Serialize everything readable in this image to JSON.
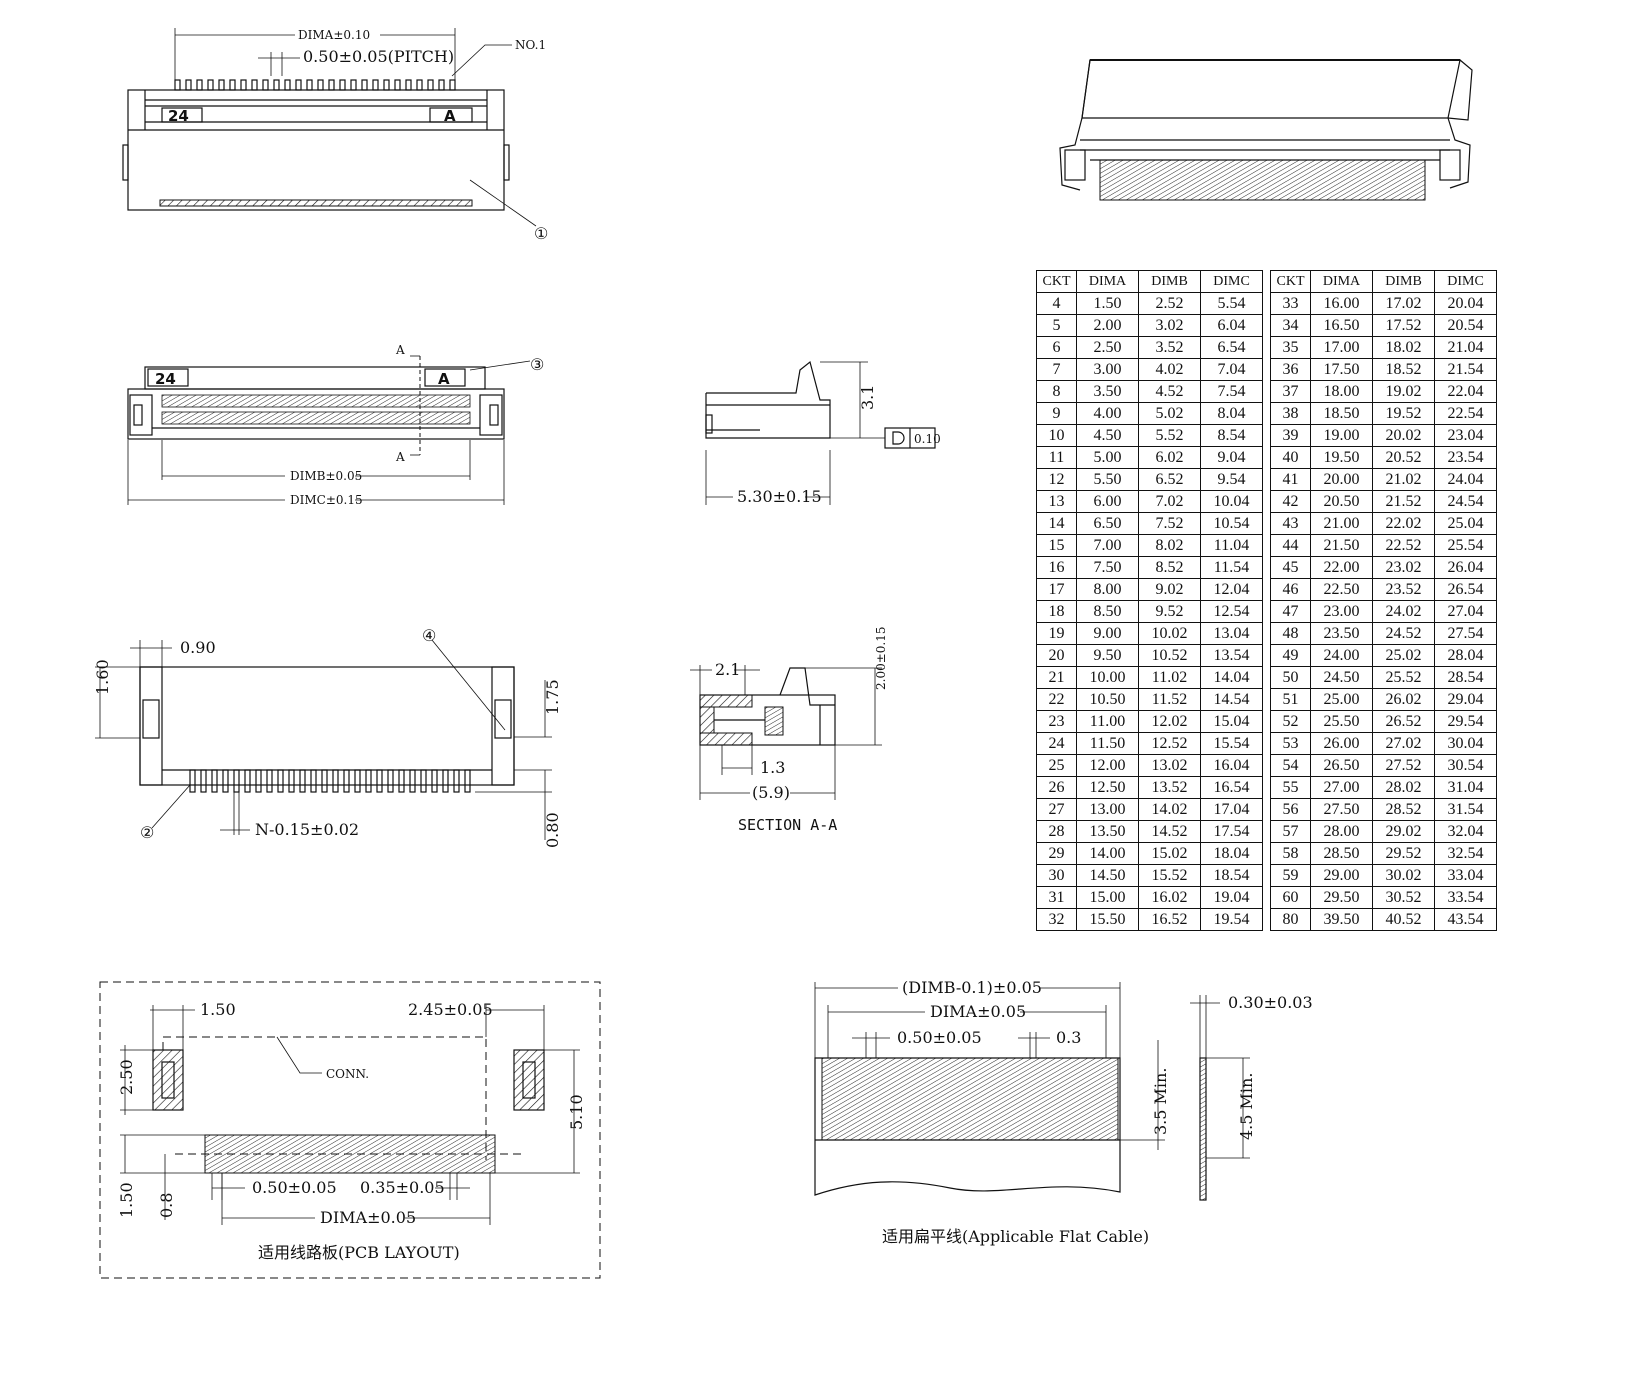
{
  "labels": {
    "top_dima": "DIMA±0.10",
    "top_pitch": "0.50±0.05(PITCH)",
    "top_no1": "NO.1",
    "badge_24": "24",
    "badge_a": "A",
    "callout_1": "①",
    "callout_2": "②",
    "callout_3": "③",
    "callout_4": "④",
    "sec_a": "A",
    "dimb": "DIMB±0.05",
    "dimc": "DIMC±0.15",
    "d_090": "0.90",
    "d_160": "1.60",
    "d_175": "1.75",
    "d_080": "0.80",
    "d_n015": "N-0.15±0.02",
    "d_31": "3.1",
    "flat_010": "0.10",
    "d_530": "5.30±0.15",
    "d_21": "2.1",
    "d_200": "2.00±0.15",
    "d_13": "1.3",
    "d_59": "(5.9)",
    "section_aa": "SECTION A-A",
    "pcb_150a": "1.50",
    "pcb_245": "2.45±0.05",
    "pcb_250": "2.50",
    "pcb_conn": "CONN.",
    "pcb_510": "5.10",
    "pcb_150b": "1.50",
    "pcb_08": "0.8",
    "pcb_050": "0.50±0.05",
    "pcb_035": "0.35±0.05",
    "pcb_dima": "DIMA±0.05",
    "pcb_caption": "适用线路板(PCB LAYOUT)",
    "fc_dimb": "(DIMB-0.1)±0.05",
    "fc_dima": "DIMA±0.05",
    "fc_050": "0.50±0.05",
    "fc_03": "0.3",
    "fc_030": "0.30±0.03",
    "fc_35": "3.5 Min.",
    "fc_45": "4.5 Min.",
    "fc_caption": "适用扁平线(Applicable Flat Cable)"
  },
  "table": {
    "headers": [
      "CKT",
      "DIMA",
      "DIMB",
      "DIMC"
    ],
    "left": [
      [
        "4",
        "1.50",
        "2.52",
        "5.54"
      ],
      [
        "5",
        "2.00",
        "3.02",
        "6.04"
      ],
      [
        "6",
        "2.50",
        "3.52",
        "6.54"
      ],
      [
        "7",
        "3.00",
        "4.02",
        "7.04"
      ],
      [
        "8",
        "3.50",
        "4.52",
        "7.54"
      ],
      [
        "9",
        "4.00",
        "5.02",
        "8.04"
      ],
      [
        "10",
        "4.50",
        "5.52",
        "8.54"
      ],
      [
        "11",
        "5.00",
        "6.02",
        "9.04"
      ],
      [
        "12",
        "5.50",
        "6.52",
        "9.54"
      ],
      [
        "13",
        "6.00",
        "7.02",
        "10.04"
      ],
      [
        "14",
        "6.50",
        "7.52",
        "10.54"
      ],
      [
        "15",
        "7.00",
        "8.02",
        "11.04"
      ],
      [
        "16",
        "7.50",
        "8.52",
        "11.54"
      ],
      [
        "17",
        "8.00",
        "9.02",
        "12.04"
      ],
      [
        "18",
        "8.50",
        "9.52",
        "12.54"
      ],
      [
        "19",
        "9.00",
        "10.02",
        "13.04"
      ],
      [
        "20",
        "9.50",
        "10.52",
        "13.54"
      ],
      [
        "21",
        "10.00",
        "11.02",
        "14.04"
      ],
      [
        "22",
        "10.50",
        "11.52",
        "14.54"
      ],
      [
        "23",
        "11.00",
        "12.02",
        "15.04"
      ],
      [
        "24",
        "11.50",
        "12.52",
        "15.54"
      ],
      [
        "25",
        "12.00",
        "13.02",
        "16.04"
      ],
      [
        "26",
        "12.50",
        "13.52",
        "16.54"
      ],
      [
        "27",
        "13.00",
        "14.02",
        "17.04"
      ],
      [
        "28",
        "13.50",
        "14.52",
        "17.54"
      ],
      [
        "29",
        "14.00",
        "15.02",
        "18.04"
      ],
      [
        "30",
        "14.50",
        "15.52",
        "18.54"
      ],
      [
        "31",
        "15.00",
        "16.02",
        "19.04"
      ],
      [
        "32",
        "15.50",
        "16.52",
        "19.54"
      ]
    ],
    "right": [
      [
        "33",
        "16.00",
        "17.02",
        "20.04"
      ],
      [
        "34",
        "16.50",
        "17.52",
        "20.54"
      ],
      [
        "35",
        "17.00",
        "18.02",
        "21.04"
      ],
      [
        "36",
        "17.50",
        "18.52",
        "21.54"
      ],
      [
        "37",
        "18.00",
        "19.02",
        "22.04"
      ],
      [
        "38",
        "18.50",
        "19.52",
        "22.54"
      ],
      [
        "39",
        "19.00",
        "20.02",
        "23.04"
      ],
      [
        "40",
        "19.50",
        "20.52",
        "23.54"
      ],
      [
        "41",
        "20.00",
        "21.02",
        "24.04"
      ],
      [
        "42",
        "20.50",
        "21.52",
        "24.54"
      ],
      [
        "43",
        "21.00",
        "22.02",
        "25.04"
      ],
      [
        "44",
        "21.50",
        "22.52",
        "25.54"
      ],
      [
        "45",
        "22.00",
        "23.02",
        "26.04"
      ],
      [
        "46",
        "22.50",
        "23.52",
        "26.54"
      ],
      [
        "47",
        "23.00",
        "24.02",
        "27.04"
      ],
      [
        "48",
        "23.50",
        "24.52",
        "27.54"
      ],
      [
        "49",
        "24.00",
        "25.02",
        "28.04"
      ],
      [
        "50",
        "24.50",
        "25.52",
        "28.54"
      ],
      [
        "51",
        "25.00",
        "26.02",
        "29.04"
      ],
      [
        "52",
        "25.50",
        "26.52",
        "29.54"
      ],
      [
        "53",
        "26.00",
        "27.02",
        "30.04"
      ],
      [
        "54",
        "26.50",
        "27.52",
        "30.54"
      ],
      [
        "55",
        "27.00",
        "28.02",
        "31.04"
      ],
      [
        "56",
        "27.50",
        "28.52",
        "31.54"
      ],
      [
        "57",
        "28.00",
        "29.02",
        "32.04"
      ],
      [
        "58",
        "28.50",
        "29.52",
        "32.54"
      ],
      [
        "59",
        "29.00",
        "30.02",
        "33.04"
      ],
      [
        "60",
        "29.50",
        "30.52",
        "33.54"
      ],
      [
        "80",
        "39.50",
        "40.52",
        "43.54"
      ]
    ]
  }
}
